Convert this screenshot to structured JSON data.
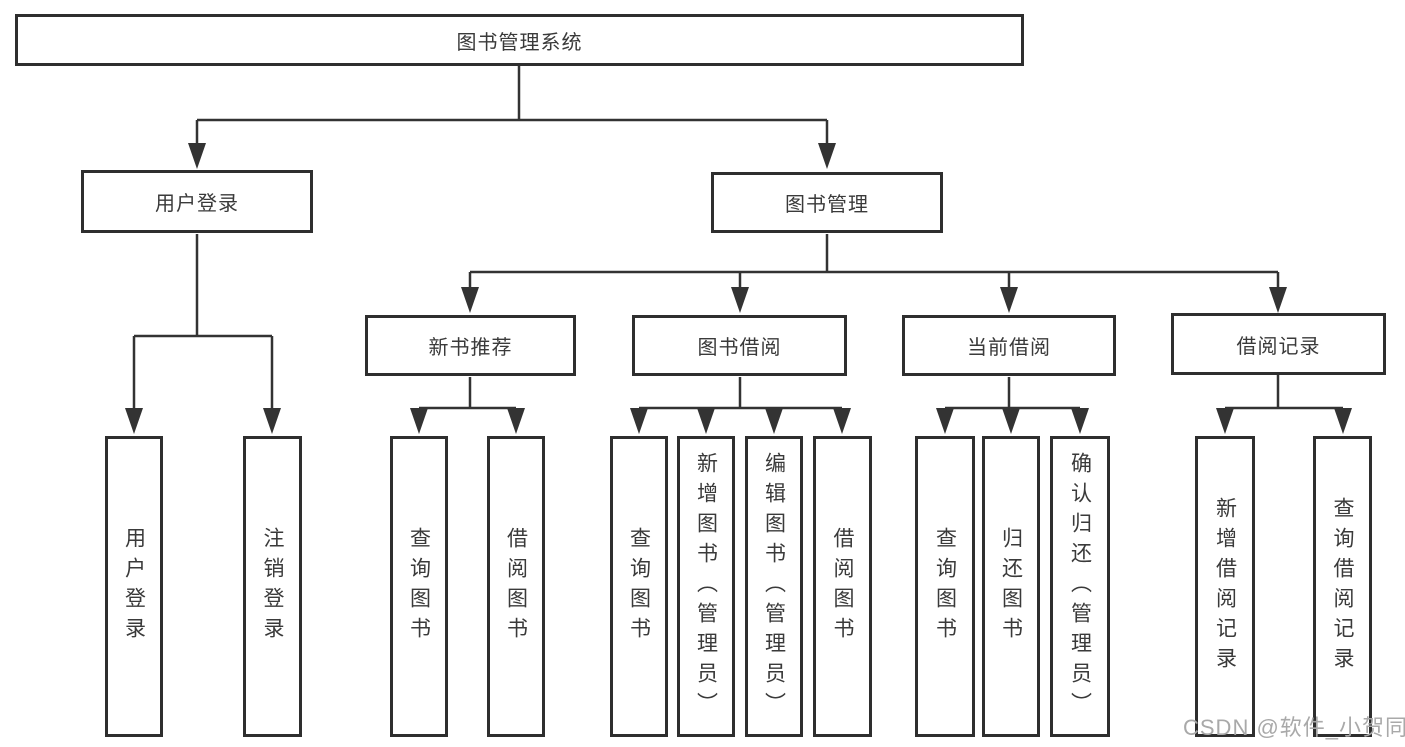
{
  "tree": {
    "root": {
      "label": "图书管理系统"
    },
    "children": [
      {
        "label": "用户登录",
        "children": [
          {
            "label": "用户登录"
          },
          {
            "label": "注销登录"
          }
        ]
      },
      {
        "label": "图书管理",
        "children": [
          {
            "label": "新书推荐",
            "children": [
              {
                "label": "查询图书"
              },
              {
                "label": "借阅图书"
              }
            ]
          },
          {
            "label": "图书借阅",
            "children": [
              {
                "label": "查询图书"
              },
              {
                "label": "新增图书（管理员）"
              },
              {
                "label": "编辑图书（管理员）"
              },
              {
                "label": "借阅图书"
              }
            ]
          },
          {
            "label": "当前借阅",
            "children": [
              {
                "label": "查询图书"
              },
              {
                "label": "归还图书"
              },
              {
                "label": "确认归还（管理员）"
              }
            ]
          },
          {
            "label": "借阅记录",
            "children": [
              {
                "label": "新增借阅记录"
              },
              {
                "label": "查询借阅记录"
              }
            ]
          }
        ]
      }
    ]
  },
  "watermark": "CSDN @软件_小贺同学",
  "colors": {
    "line": "#333333",
    "box_border": "#2e2e2e",
    "text": "#3a3a3a",
    "watermark": "#a9a9a9"
  }
}
